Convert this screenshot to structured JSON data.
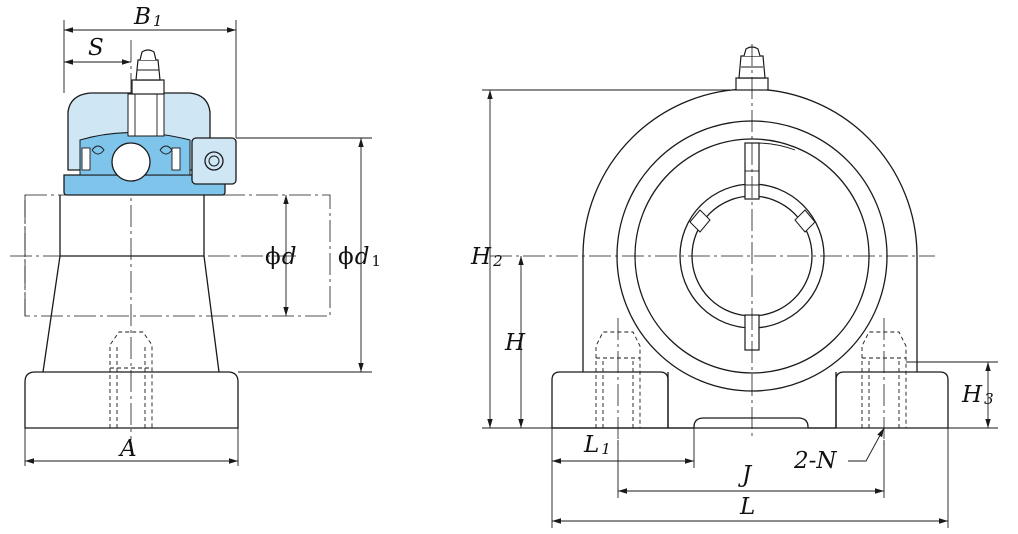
{
  "labels": {
    "B": "B",
    "B_sub": "1",
    "S": "S",
    "phi": "ϕ",
    "d": "d",
    "d1": "d",
    "d1_sub": "1",
    "A": "A",
    "H2": "H",
    "H2_sub": "2",
    "H": "H",
    "H3": "H",
    "H3_sub": "3",
    "L1": "L",
    "L1_sub": "1",
    "J": "J",
    "N": "2-N",
    "L": "L"
  },
  "colors": {
    "line": "#1a1a1a",
    "housing_blue": "#cfe6f5",
    "insert_blue": "#7fc4ea"
  }
}
